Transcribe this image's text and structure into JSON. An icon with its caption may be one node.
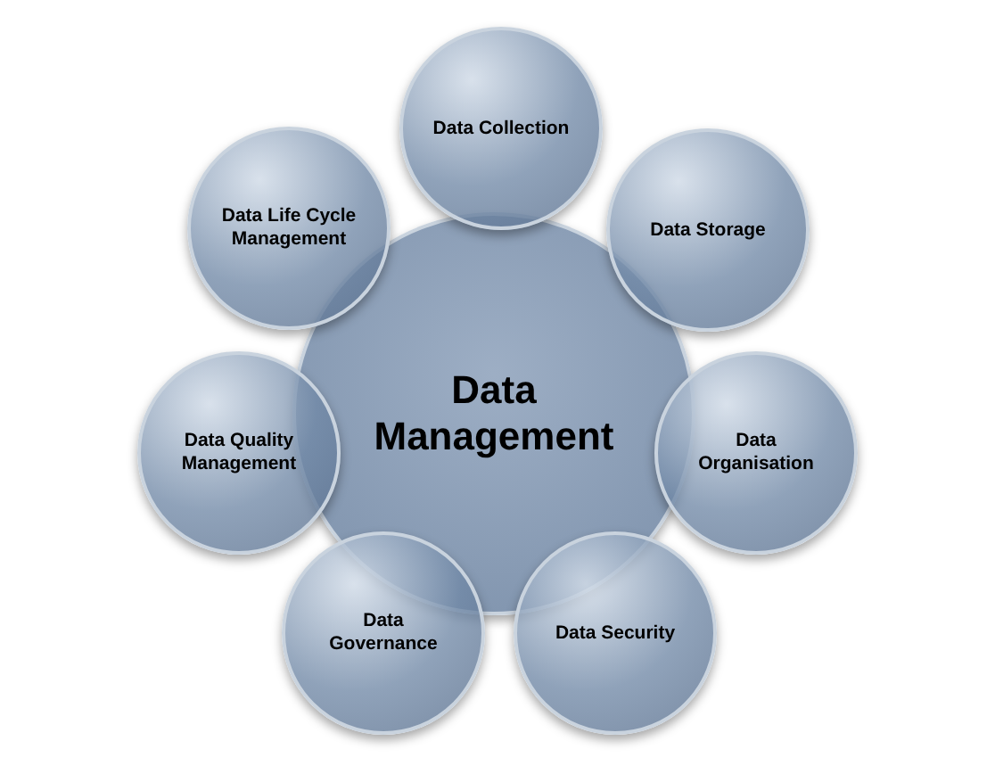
{
  "diagram": {
    "nodes": [
      {
        "text": [
          "Data Management"
        ]
      },
      {
        "text": [
          "Data Collection"
        ]
      },
      {
        "text": [
          "Data Storage"
        ]
      },
      {
        "text": [
          "Data Organisation"
        ]
      },
      {
        "text": [
          "Data Security"
        ]
      },
      {
        "text": [
          "Data Governance"
        ]
      },
      {
        "text": [
          "Data Quality Management"
        ]
      },
      {
        "text": [
          "Data Life Cycle Management"
        ]
      }
    ]
  }
}
